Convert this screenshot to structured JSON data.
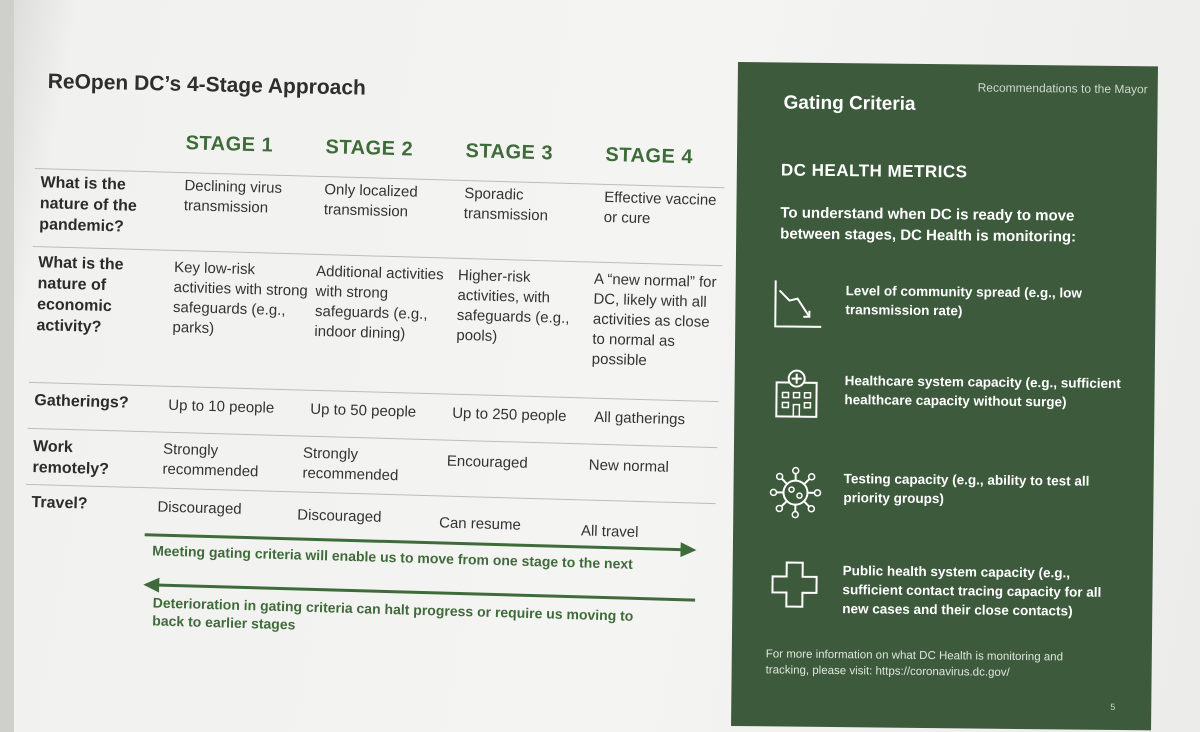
{
  "doc": {
    "title": "ReOpen DC’s 4-Stage Approach"
  },
  "stages": [
    "STAGE 1",
    "STAGE 2",
    "STAGE 3",
    "STAGE 4"
  ],
  "rows": [
    {
      "label": "What is the nature of the pandemic?",
      "cells": [
        "Declining virus transmission",
        "Only localized transmission",
        "Sporadic transmission",
        "Effective vaccine or cure"
      ]
    },
    {
      "label": "What is the nature of economic activity?",
      "cells": [
        "Key low-risk activities with strong safeguards (e.g., parks)",
        "Additional activities with strong safeguards (e.g., indoor dining)",
        "Higher-risk activities, with safeguards (e.g., pools)",
        "A “new normal” for DC, likely with all activities as close to normal as possible"
      ]
    },
    {
      "label": "Gatherings?",
      "cells": [
        "Up to 10 people",
        "Up to 50 people",
        "Up to 250 people",
        "All gatherings"
      ]
    },
    {
      "label": "Work remotely?",
      "cells": [
        "Strongly recommended",
        "Strongly recommended",
        "Encouraged",
        "New normal"
      ]
    },
    {
      "label": "Travel?",
      "cells": [
        "Discouraged",
        "Discouraged",
        "Can resume",
        "All travel"
      ]
    }
  ],
  "arrows": {
    "forward": "Meeting gating criteria will enable us to move from one stage to the next",
    "back_line1": "Deterioration in gating criteria can halt progress or require us moving to",
    "back_line2": "back to earlier stages"
  },
  "panel": {
    "tag": "Recommendations to the Mayor",
    "title": "Gating Criteria",
    "metrics_title": "DC HEALTH METRICS",
    "intro": "To understand when DC is ready to move between stages, DC Health is monitoring:",
    "metrics": [
      {
        "icon": "declining-chart-icon",
        "text": "Level of community spread (e.g., low transmission rate)"
      },
      {
        "icon": "hospital-icon",
        "text": "Healthcare system capacity (e.g., sufficient healthcare capacity without surge)"
      },
      {
        "icon": "virus-icon",
        "text": "Testing capacity (e.g., ability to test all priority groups)"
      },
      {
        "icon": "cross-icon",
        "text": "Public health system capacity (e.g., sufficient contact tracing capacity for all new cases and their close contacts)"
      }
    ],
    "footnote": "For more information on what DC Health is monitoring and tracking, please visit: https://coronavirus.dc.gov/",
    "page_number": "5"
  },
  "colors": {
    "green": "#3f6b3a",
    "panel": "#3d5a3c"
  }
}
